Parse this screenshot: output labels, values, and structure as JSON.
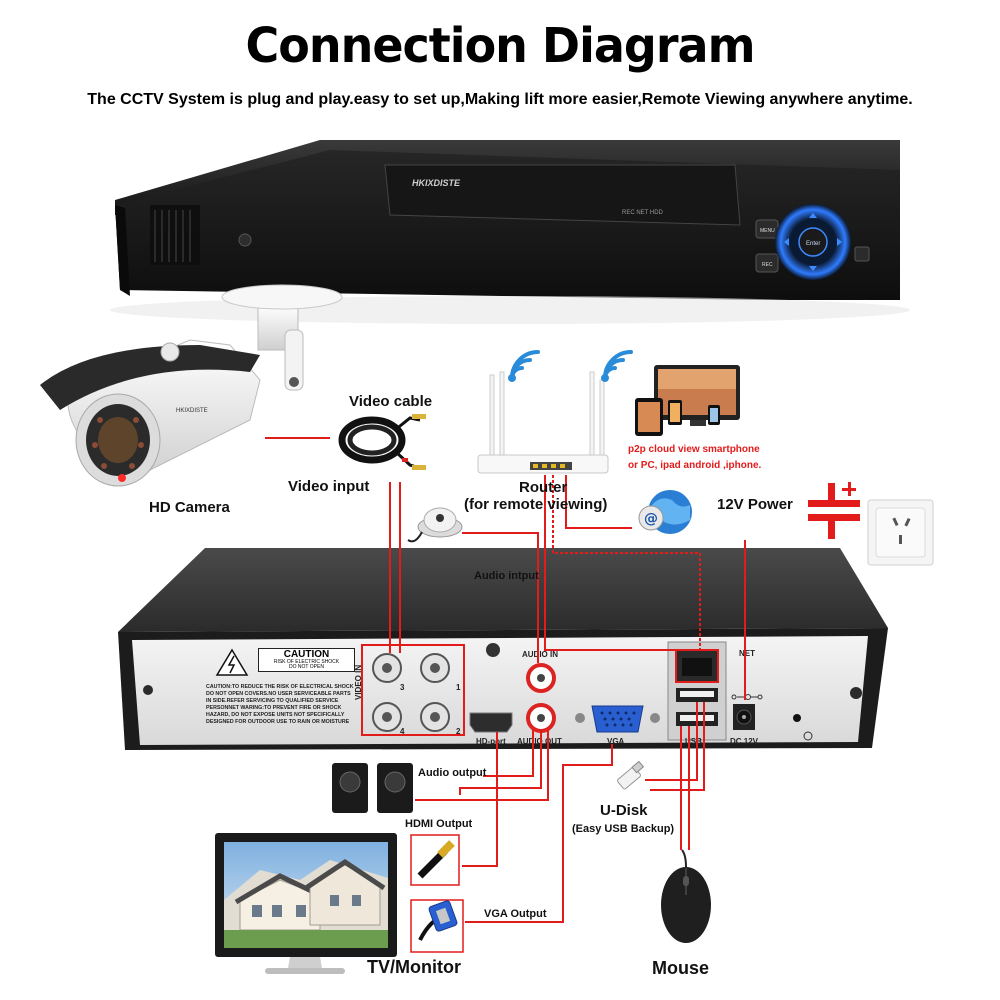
{
  "title": "Connection Diagram",
  "subtitle": "The CCTV System is plug and play.easy to set up,Making lift more easier,Remote Viewing anywhere anytime.",
  "labels": {
    "hd_camera": "HD Camera",
    "video_cable": "Video cable",
    "video_input": "Video input",
    "router": "Router",
    "router_note": "(for remote viewing)",
    "p2p_line1": "p2p cloud  view smartphone",
    "p2p_line2": "or PC, ipad android ,iphone.",
    "power": "12V Power",
    "audio_input": "Audio intput",
    "audio_output": "Audio output",
    "hdmi_output": "HDMI Output",
    "vga_output": "VGA Output",
    "udisk": "U-Disk",
    "udisk_note": "(Easy USB Backup)",
    "tv_monitor": "TV/Monitor",
    "mouse": "Mouse"
  },
  "dvr_front": {
    "brand": "HKIXDISTE",
    "indicators": "REC   NET   HDD",
    "menu": "MENU",
    "rec": "REC",
    "enter": "Enter"
  },
  "dvr_back": {
    "caution_title": "CAUTION",
    "caution_sub1": "RISK OF ELECTRIC SHOCK",
    "caution_sub2": "DO NOT OPEN",
    "caution_text": "CAUTION:TO REDUCE THE RISK OF ELECTRICAL SHOCK DO NOT OPEN COVERS.NO USER SERVICEABLE PARTS IN SIDE.REFER SERVICING TO QUALIFIED SERVICE PERSONNET WARING:TO PREVENT FIRE OR SHOCK HAZARD, DO NOT EXPOSE UNITS NOT SPECIFICALLY DESIGNED FOR OUTDOOR USE TO RAIN OR MOISTURE",
    "video_in": "VIDEO IN",
    "ch1": "1",
    "ch2": "2",
    "ch3": "3",
    "ch4": "4",
    "audio_in": "AUDIO IN",
    "audio_out": "AUDIO OUT",
    "hd_port": "HD-port",
    "vga": "VGA",
    "net": "NET",
    "usb": "USB",
    "dc12v": "DC 12V"
  },
  "camera_brand": "HKIXDISTE",
  "colors": {
    "cable": "#e21b1b",
    "accent_blue": "#1e6fd9",
    "dvr_body": "#1f1f1f"
  }
}
